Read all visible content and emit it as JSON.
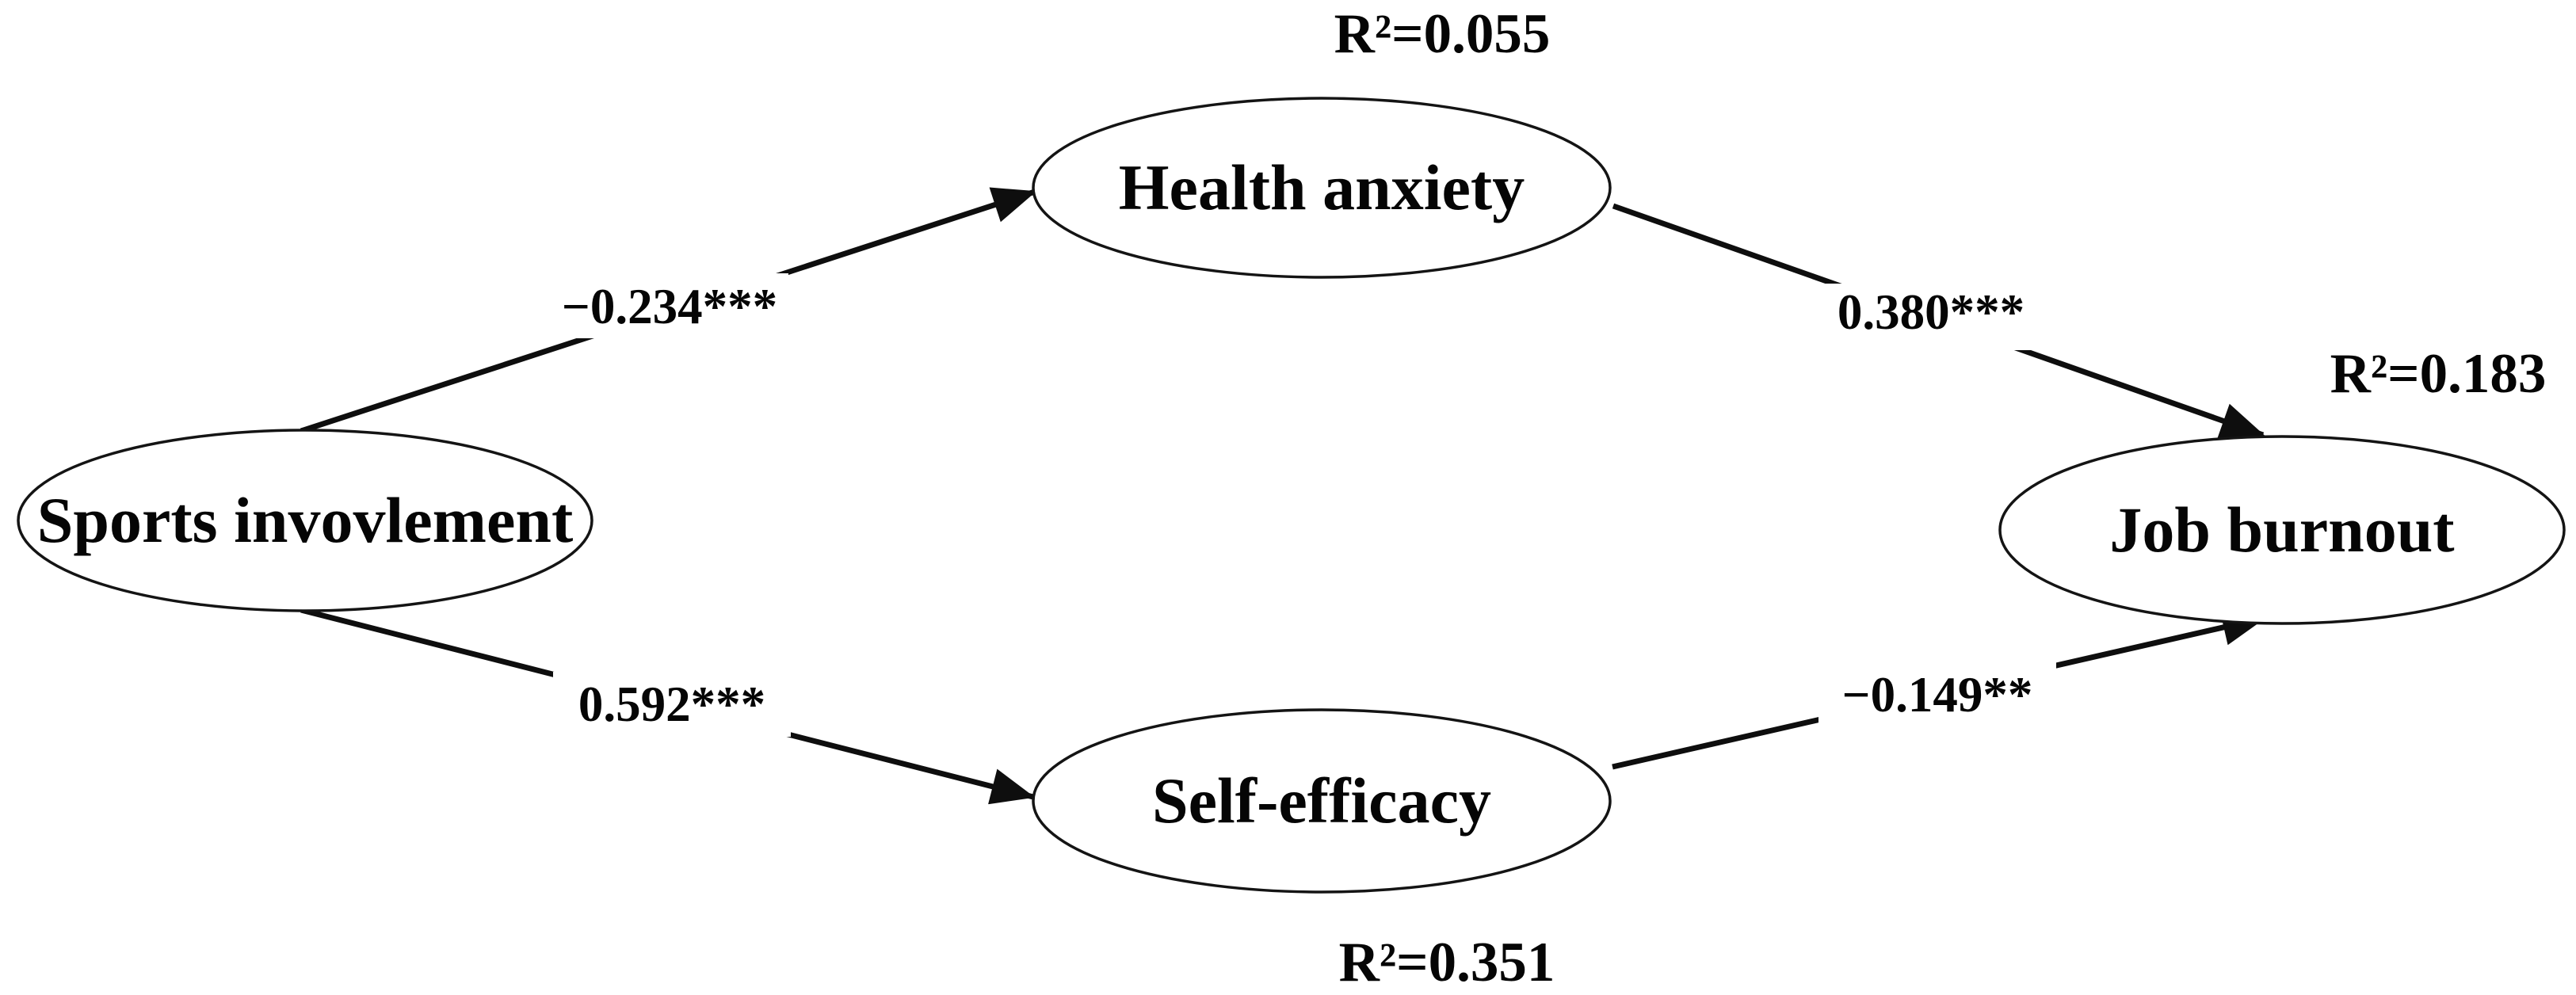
{
  "figure": {
    "type": "sem-path-diagram",
    "background_color": "#ffffff",
    "ink_color": "#000000"
  },
  "nodes": [
    {
      "id": "sports-involvement",
      "label": "Sports invovlement"
    },
    {
      "id": "health-anxiety",
      "label": "Health anxiety",
      "r2": "R²=0.055"
    },
    {
      "id": "self-efficacy",
      "label": "Self-efficacy",
      "r2": "R²=0.351"
    },
    {
      "id": "job-burnout",
      "label": "Job burnout",
      "r2": "R²=0.183"
    }
  ],
  "paths": [
    {
      "from": "Sports invovlement",
      "to": "Health anxiety",
      "coefficient": "−0.234***"
    },
    {
      "from": "Sports invovlement",
      "to": "Self-efficacy",
      "coefficient": "0.592***"
    },
    {
      "from": "Health anxiety",
      "to": "Job burnout",
      "coefficient": "0.380***"
    },
    {
      "from": "Self-efficacy",
      "to": "Job burnout",
      "coefficient": "−0.149**"
    }
  ]
}
